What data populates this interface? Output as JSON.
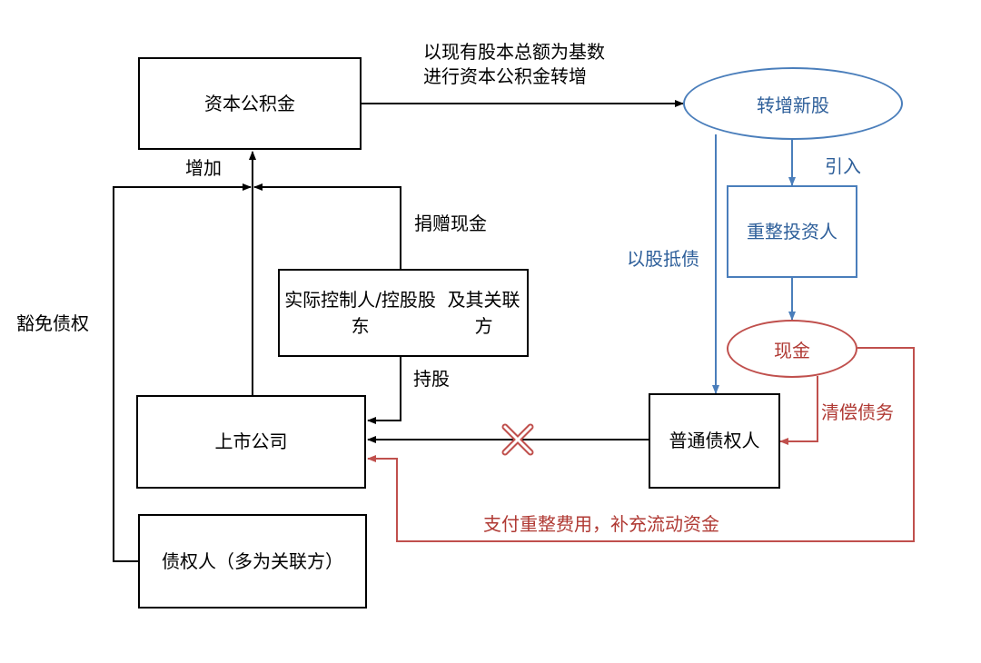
{
  "nodes": {
    "capital_reserve": "资本公积金",
    "new_shares": "转增新股",
    "restructuring_investor": [
      "重整",
      "投资人"
    ],
    "controller": [
      "实际控制人/控股股东",
      "及其关联方"
    ],
    "cash": "现金",
    "listed_company": "上市公司",
    "general_creditor": [
      "普通",
      "债权人"
    ],
    "creditor_related": [
      "债权人",
      "（多为关联方）"
    ]
  },
  "edges": {
    "capitalize": [
      "以现有股本总额为基数",
      "进行资本公积金转增"
    ],
    "increase": "增加",
    "donate_cash": "捐赠现金",
    "waive_debt": "豁免债权",
    "introduce": "引入",
    "debt_to_equity": "以股抵债",
    "hold_shares": "持股",
    "repay_debt": "清偿债务",
    "pay_fees": "支付重整费用，补充流动资金"
  },
  "colors": {
    "black": "#000000",
    "blue": "#4a7ebb",
    "red": "#c0504d"
  }
}
